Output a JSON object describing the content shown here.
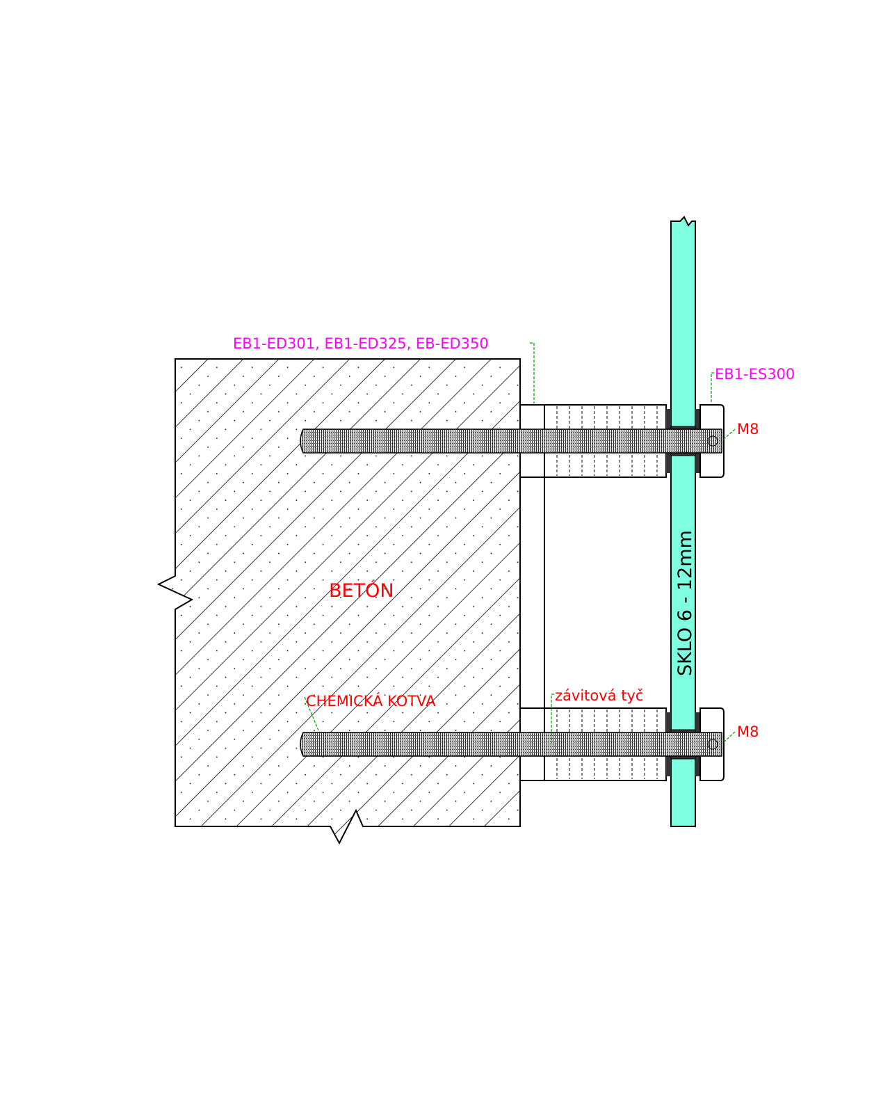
{
  "labels": {
    "spacer_parts": "EB1-ED301, EB1-ED325, EB-ED350",
    "cap_part": "EB1-ES300",
    "thread_top": "M8",
    "thread_bottom": "M8",
    "concrete": "BETÓN",
    "chemical_anchor": "CHEMICKÁ KOTVA",
    "threaded_rod": "závitová tyč",
    "glass": "SKLO  6 - 12mm"
  },
  "colors": {
    "magenta": "#ff00ff",
    "red": "#ff0000",
    "glass": "#7fffdf",
    "leader": "#00a000"
  }
}
